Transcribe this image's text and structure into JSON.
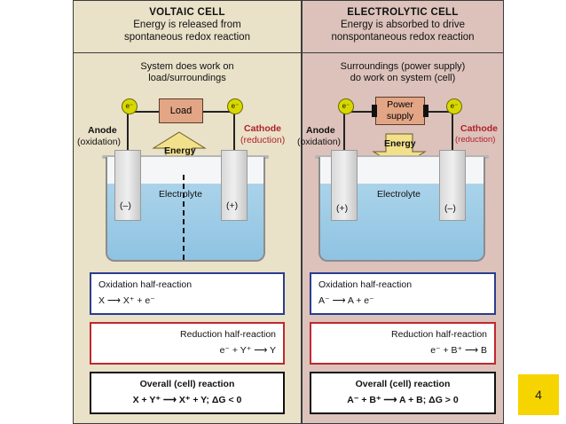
{
  "voltaic": {
    "title": "VOLTAIC CELL",
    "header_line1": "Energy is released from",
    "header_line2": "spontaneous redox reaction",
    "sub_line1": "System does work on",
    "sub_line2": "load/surroundings",
    "load": "Load",
    "energy": "Energy",
    "anode": "Anode",
    "anode_sub": "(oxidation)",
    "cathode": "Cathode",
    "cathode_sub": "(reduction)",
    "electrolyte": "Electrolyte",
    "left_sign": "(–)",
    "right_sign": "(+)",
    "ox_title": "Oxidation half-reaction",
    "ox_eq": "X ⟶ X⁺ + e⁻",
    "red_title": "Reduction half-reaction",
    "red_eq": "e⁻ + Y⁺ ⟶ Y",
    "overall_title": "Overall (cell) reaction",
    "overall_eq": "X + Y⁺ ⟶ X⁺ + Y; ΔG < 0"
  },
  "electrolytic": {
    "title": "ELECTROLYTIC CELL",
    "header_line1": "Energy is absorbed to drive",
    "header_line2": "nonspontaneous redox reaction",
    "sub_line1": "Surroundings (power supply)",
    "sub_line2": "do work on system (cell)",
    "power1": "Power",
    "power2": "supply",
    "energy": "Energy",
    "anode": "Anode",
    "anode_sub": "(oxidation)",
    "cathode": "Cathode",
    "cathode_sub": "(reduction)",
    "electrolyte": "Electrolyte",
    "left_sign": "(+)",
    "right_sign": "(–)",
    "ox_title": "Oxidation half-reaction",
    "ox_eq": "A⁻ ⟶ A + e⁻",
    "red_title": "Reduction half-reaction",
    "red_eq": "e⁻ + B⁺ ⟶ B",
    "overall_title": "Overall (cell) reaction",
    "overall_eq": "A⁻ + B⁺ ⟶ A + B; ΔG > 0"
  },
  "electron": "e⁻",
  "page_number": "4",
  "colors": {
    "oxidation_border": "#2a3d8f",
    "reduction_border": "#c0282f",
    "energy_arrow": "#f3e08a",
    "accent_box": "#f5d400"
  }
}
